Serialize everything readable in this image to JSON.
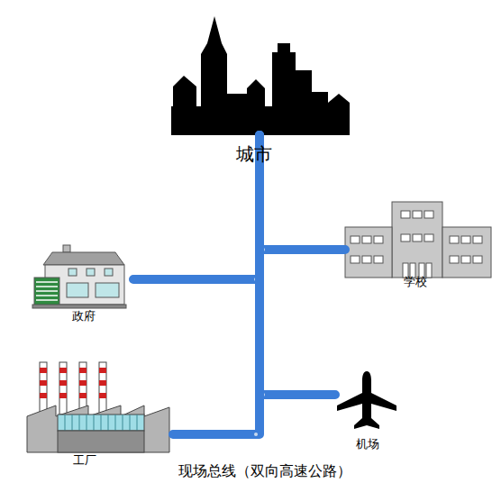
{
  "diagram": {
    "nodes": [
      {
        "text": [
          "城市"
        ]
      },
      {
        "text": [
          "学校"
        ]
      },
      {
        "text": [
          "政府"
        ]
      },
      {
        "text": [
          "机场"
        ]
      },
      {
        "text": [
          "工厂"
        ]
      }
    ],
    "edges": [
      {
        "from": 0,
        "to": 1,
        "arrow": "none"
      },
      {
        "from": 0,
        "to": 2,
        "arrow": "none"
      },
      {
        "from": 0,
        "to": 3,
        "arrow": "none"
      },
      {
        "from": 0,
        "to": 4,
        "arrow": "none"
      }
    ],
    "labels": [
      "现场总线（双向高速公路）"
    ]
  }
}
